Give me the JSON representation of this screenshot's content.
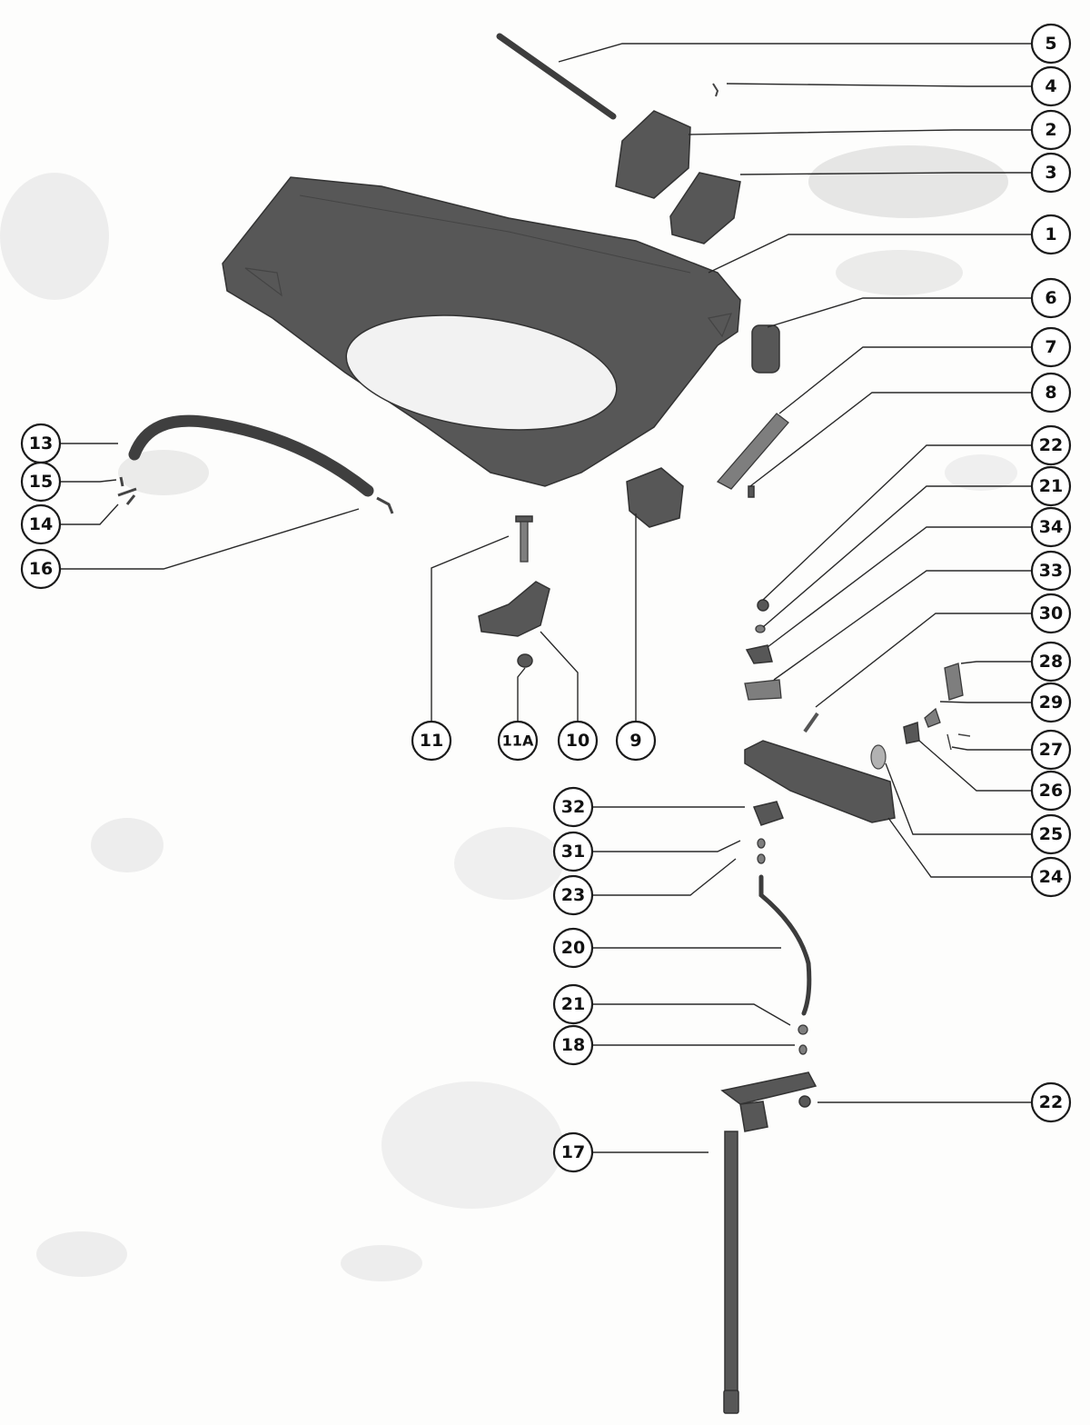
{
  "diagram": {
    "type": "exploded-parts-view",
    "callouts": [
      {
        "id": "c5",
        "label": "5"
      },
      {
        "id": "c4",
        "label": "4"
      },
      {
        "id": "c2",
        "label": "2"
      },
      {
        "id": "c3",
        "label": "3"
      },
      {
        "id": "c1",
        "label": "1"
      },
      {
        "id": "c6",
        "label": "6"
      },
      {
        "id": "c7",
        "label": "7"
      },
      {
        "id": "c8",
        "label": "8"
      },
      {
        "id": "c22a",
        "label": "22"
      },
      {
        "id": "c21a",
        "label": "21"
      },
      {
        "id": "c34",
        "label": "34"
      },
      {
        "id": "c33",
        "label": "33"
      },
      {
        "id": "c30",
        "label": "30"
      },
      {
        "id": "c28",
        "label": "28"
      },
      {
        "id": "c29",
        "label": "29"
      },
      {
        "id": "c27",
        "label": "27"
      },
      {
        "id": "c26",
        "label": "26"
      },
      {
        "id": "c25",
        "label": "25"
      },
      {
        "id": "c24",
        "label": "24"
      },
      {
        "id": "c13",
        "label": "13"
      },
      {
        "id": "c15",
        "label": "15"
      },
      {
        "id": "c14",
        "label": "14"
      },
      {
        "id": "c16",
        "label": "16"
      },
      {
        "id": "c11",
        "label": "11"
      },
      {
        "id": "c11a",
        "label": "11A"
      },
      {
        "id": "c10",
        "label": "10"
      },
      {
        "id": "c9",
        "label": "9"
      },
      {
        "id": "c32",
        "label": "32"
      },
      {
        "id": "c31",
        "label": "31"
      },
      {
        "id": "c23",
        "label": "23"
      },
      {
        "id": "c20",
        "label": "20"
      },
      {
        "id": "c21b",
        "label": "21"
      },
      {
        "id": "c18",
        "label": "18"
      },
      {
        "id": "c22b",
        "label": "22"
      },
      {
        "id": "c17",
        "label": "17"
      }
    ]
  }
}
